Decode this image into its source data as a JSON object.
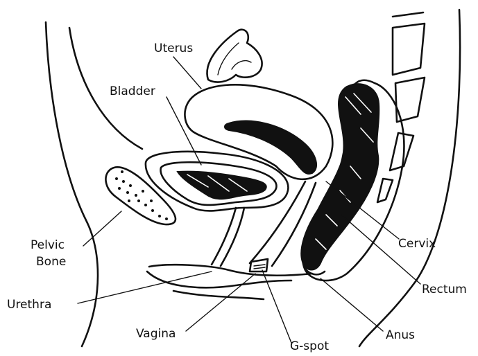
{
  "labels": {
    "uterus": "Uterus",
    "bladder": "Bladder",
    "pelvic_bone": [
      "Pelvic",
      "Bone"
    ],
    "urethra": "Urethra",
    "vagina": "Vagina",
    "g_spot": "G-spot",
    "cervix": "Cervix",
    "rectum": "Rectum",
    "anus": "Anus"
  }
}
